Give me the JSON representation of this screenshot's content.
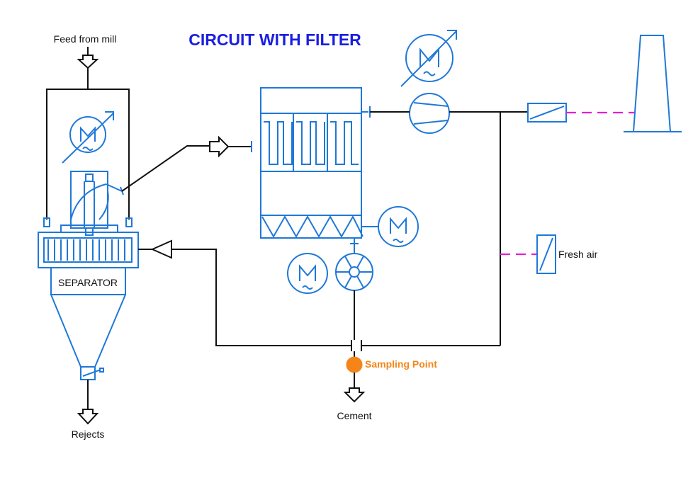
{
  "title": "CIRCUIT WITH FILTER",
  "labels": {
    "feed": "Feed from mill",
    "separator": "SEPARATOR",
    "rejects": "Rejects",
    "cement": "Cement",
    "fresh_air": "Fresh air",
    "sampling_point": "Sampling Point"
  },
  "colors": {
    "equipment": "#1f78d8",
    "piping": "#111111",
    "air_line": "#e21fd6",
    "sampling_point": "#f58518",
    "title": "#1a1ee0"
  },
  "icons": [
    "motor-icon",
    "fan-icon",
    "rotary-valve-icon",
    "damper-icon",
    "arrow-icon",
    "stack-icon"
  ]
}
